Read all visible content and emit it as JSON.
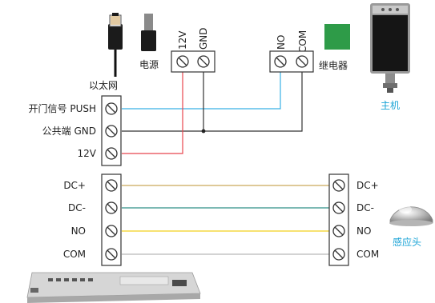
{
  "top": {
    "ethernet_label": "以太网",
    "power_label": "电源",
    "power_pins": [
      "12V",
      "GND"
    ],
    "relay_pins": [
      "NO",
      "COM"
    ],
    "relay_label": "继电器",
    "host_label": "主机"
  },
  "left_block": {
    "labels": [
      "开门信号 PUSH",
      "公共端 GND",
      "12V"
    ]
  },
  "sensor_block": {
    "left_labels": [
      "DC+",
      "DC-",
      "NO",
      "COM"
    ],
    "right_labels": [
      "DC+",
      "DC-",
      "NO",
      "COM"
    ],
    "sensor_label": "感应头"
  },
  "colors": {
    "push_wire": "#39b0e5",
    "gnd_wire": "#333333",
    "v12_wire": "#e8454e",
    "dcplus_wire": "#c9a95b",
    "dcminus_wire": "#2f8f88",
    "no_wire": "#f2d01e",
    "com_wire": "#b9b9b9",
    "relay_green": "#2e9b48",
    "host_label": "#1aa3d6"
  },
  "icons": [
    "ethernet-plug-icon",
    "power-plug-icon",
    "relay-icon",
    "host-device-icon",
    "sensor-dome-icon",
    "controller-board-icon"
  ]
}
